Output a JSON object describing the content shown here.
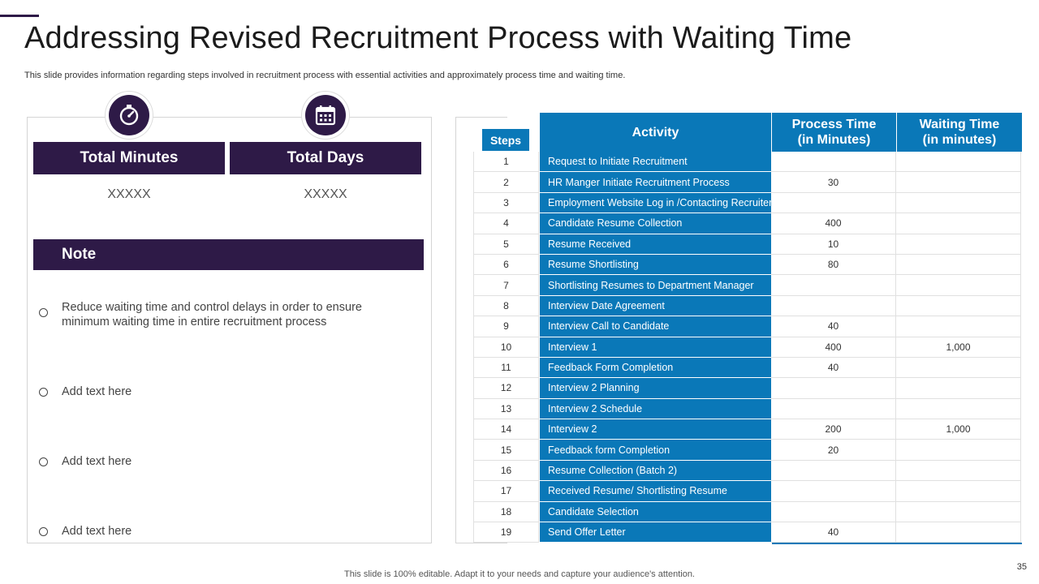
{
  "slide": {
    "title": "Addressing Revised Recruitment Process with Waiting Time",
    "subtitle": "This slide provides information regarding steps involved in recruitment process with essential activities and approximately process time and waiting time.",
    "footer": "This slide is 100% editable. Adapt it to your needs and capture your audience's attention.",
    "page_number": "35"
  },
  "metrics": [
    {
      "label": "Total Minutes",
      "value": "XXXXX",
      "icon": "stopwatch-icon"
    },
    {
      "label": "Total Days",
      "value": "XXXXX",
      "icon": "calendar-icon"
    }
  ],
  "note": {
    "header": "Note",
    "items": [
      "Reduce waiting time and control delays in order to ensure minimum waiting time in entire recruitment process",
      "Add text here",
      "Add text here",
      "Add text here"
    ]
  },
  "table": {
    "headers": {
      "steps": "Steps",
      "activity": "Activity",
      "process_line1": "Process Time",
      "process_line2": "(in Minutes)",
      "waiting_line1": "Waiting Time",
      "waiting_line2": "(in minutes)"
    },
    "rows": [
      {
        "step": "1",
        "activity": "Request to Initiate Recruitment",
        "process": "",
        "waiting": ""
      },
      {
        "step": "2",
        "activity": "HR Manger Initiate Recruitment Process",
        "process": "30",
        "waiting": ""
      },
      {
        "step": "3",
        "activity": "Employment Website Log in /Contacting Recruiter",
        "process": "",
        "waiting": ""
      },
      {
        "step": "4",
        "activity": "Candidate Resume Collection",
        "process": "400",
        "waiting": ""
      },
      {
        "step": "5",
        "activity": "Resume Received",
        "process": "10",
        "waiting": ""
      },
      {
        "step": "6",
        "activity": "Resume Shortlisting",
        "process": "80",
        "waiting": ""
      },
      {
        "step": "7",
        "activity": "Shortlisting Resumes to Department Manager",
        "process": "",
        "waiting": ""
      },
      {
        "step": "8",
        "activity": "Interview Date Agreement",
        "process": "",
        "waiting": ""
      },
      {
        "step": "9",
        "activity": "Interview Call to Candidate",
        "process": "40",
        "waiting": ""
      },
      {
        "step": "10",
        "activity": "Interview 1",
        "process": "400",
        "waiting": "1,000"
      },
      {
        "step": "11",
        "activity": "Feedback Form Completion",
        "process": "40",
        "waiting": ""
      },
      {
        "step": "12",
        "activity": "Interview 2 Planning",
        "process": "",
        "waiting": ""
      },
      {
        "step": "13",
        "activity": "Interview 2 Schedule",
        "process": "",
        "waiting": ""
      },
      {
        "step": "14",
        "activity": "Interview 2",
        "process": "200",
        "waiting": "1,000"
      },
      {
        "step": "15",
        "activity": "Feedback form Completion",
        "process": "20",
        "waiting": ""
      },
      {
        "step": "16",
        "activity": "Resume Collection (Batch 2)",
        "process": "",
        "waiting": ""
      },
      {
        "step": "17",
        "activity": "Received Resume/ Shortlisting Resume",
        "process": "",
        "waiting": ""
      },
      {
        "step": "18",
        "activity": "Candidate Selection",
        "process": "",
        "waiting": ""
      },
      {
        "step": "19",
        "activity": "Send Offer Letter",
        "process": "40",
        "waiting": ""
      }
    ]
  },
  "colors": {
    "accent_dark": "#2e1a47",
    "accent_blue": "#0a78b8"
  }
}
